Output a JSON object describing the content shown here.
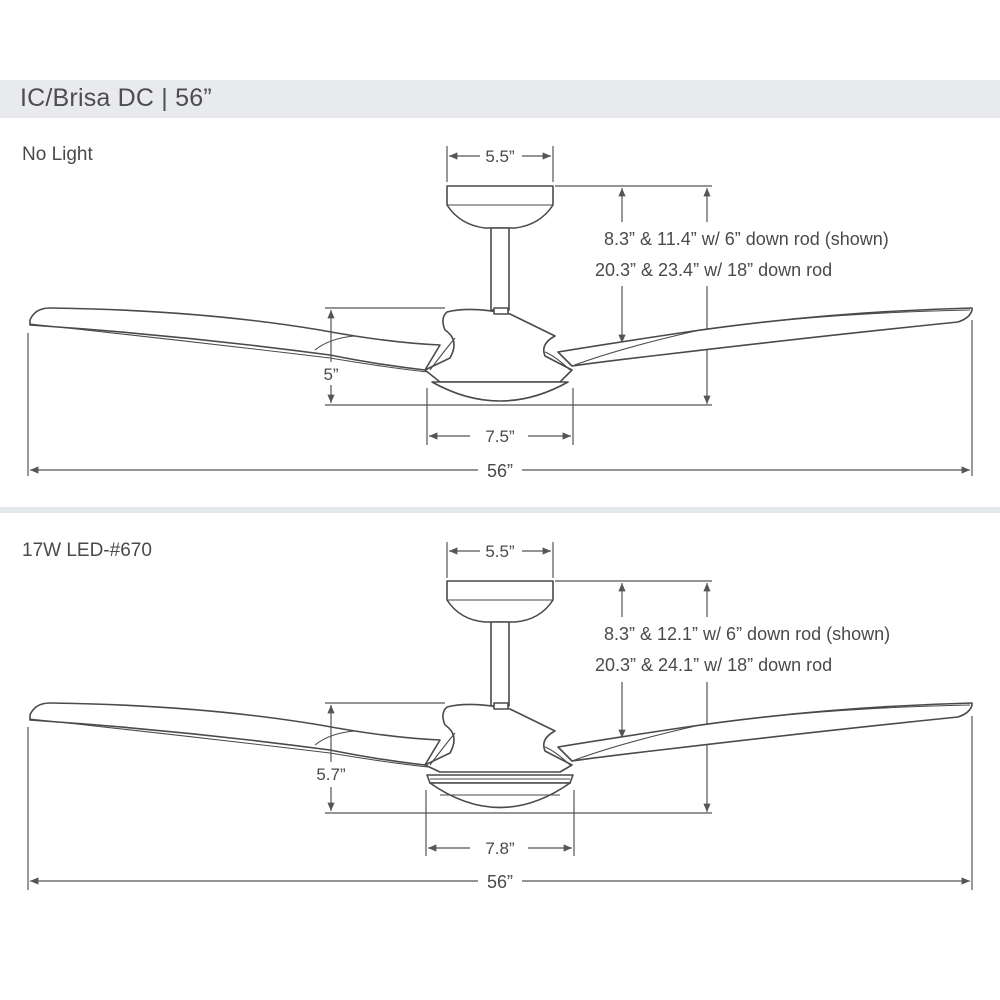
{
  "header": {
    "title": "IC/Brisa DC | 56”"
  },
  "colors": {
    "title_bar_bg": "#e9eaee",
    "divider": "#e3e8ea",
    "line": "#4a4a4a",
    "text": "#4a4a4a"
  },
  "sections": [
    {
      "label": "No Light",
      "canopy_width": "5.5”",
      "height_line1": "8.3”  &  11.4” w/ 6” down rod (shown)",
      "height_line2": "20.3” & 23.4” w/ 18” down rod",
      "body_height": "5”",
      "housing_width": "7.5”",
      "blade_span": "56”"
    },
    {
      "label": "17W LED-#670",
      "canopy_width": "5.5”",
      "height_line1": "8.3”  &  12.1” w/ 6” down rod (shown)",
      "height_line2": "20.3” & 24.1” w/ 18” down rod",
      "body_height": "5.7”",
      "housing_width": "7.8”",
      "blade_span": "56”"
    }
  ]
}
